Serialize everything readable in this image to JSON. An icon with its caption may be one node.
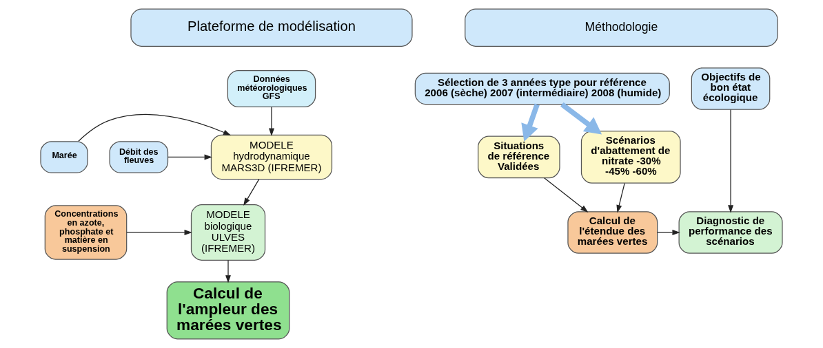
{
  "diagram": {
    "nodes": [
      {
        "text": [
          "Plateforme de modélisation"
        ]
      },
      {
        "text": [
          "Données météorologiques GFS"
        ]
      },
      {
        "text": [
          "Marée"
        ]
      },
      {
        "text": [
          "Débit des fleuves"
        ]
      },
      {
        "text": [
          "MODELE hydrodynamique MARS3D (IFREMER)"
        ]
      },
      {
        "text": [
          "Concentrations en azote, phosphate et matière en suspension"
        ]
      },
      {
        "text": [
          "MODELE biologique ULVES (IFREMER)"
        ]
      },
      {
        "text": [
          "Calcul de l'ampleur des marées vertes"
        ]
      },
      {
        "text": [
          "Méthodologie"
        ]
      },
      {
        "text": [
          "Sélection de 3 années type pour référence",
          "2006 (sèche) 2007 (intermédiaire) 2008 (humide)"
        ]
      },
      {
        "text": [
          "Objectifs de bon état écologique"
        ]
      },
      {
        "text": [
          "Situations de référence Validées"
        ]
      },
      {
        "text": [
          "Scénarios d'abattement de nitrate -30% -45% -60%"
        ]
      },
      {
        "text": [
          "Calcul de l'étendue des marées vertes"
        ]
      },
      {
        "text": [
          "Diagnostic de performance des scénarios"
        ]
      }
    ],
    "edges": [
      {
        "from": 1,
        "to": 4,
        "arrow": "to"
      },
      {
        "from": 2,
        "to": 4,
        "arrow": "to"
      },
      {
        "from": 3,
        "to": 4,
        "arrow": "to"
      },
      {
        "from": 4,
        "to": 6,
        "arrow": "to"
      },
      {
        "from": 5,
        "to": 6,
        "arrow": "to"
      },
      {
        "from": 6,
        "to": 7,
        "arrow": "to"
      },
      {
        "from": 9,
        "to": 11,
        "arrow": "to",
        "style": "thick",
        "color": "#8ab8e8"
      },
      {
        "from": 9,
        "to": 12,
        "arrow": "to",
        "style": "thick",
        "color": "#8ab8e8"
      },
      {
        "from": 11,
        "to": 13,
        "arrow": "to"
      },
      {
        "from": 12,
        "to": 13,
        "arrow": "to"
      },
      {
        "from": 10,
        "to": 14,
        "arrow": "to"
      },
      {
        "from": 13,
        "to": 14,
        "arrow": "to"
      }
    ]
  }
}
